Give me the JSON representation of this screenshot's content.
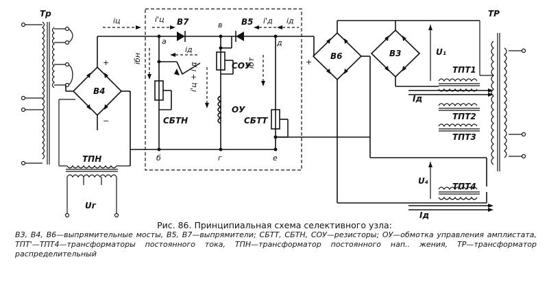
{
  "labels": {
    "tp_left": "Тр",
    "tr_right": "ТР",
    "v4": "В4",
    "v6": "В6",
    "v3": "В3",
    "v5": "В5",
    "v7": "В7",
    "tpn": "ТПН",
    "ug": "Uг",
    "i_ts": "iц",
    "i_ts_prime": "i'ц",
    "i_d": "iд",
    "i_d_prime": "i'д",
    "i_d_loop": "iд",
    "i_bn": "iбн",
    "i_bt": "iбт",
    "i_sum": "i'ц + i'д",
    "node_a": "а",
    "node_v": "в",
    "node_d": "д",
    "node_b": "б",
    "node_g": "г",
    "node_e": "е",
    "sbtn": "СБТН",
    "sou": "СОУ",
    "ou": "ОУ",
    "sbtt": "СБТТ",
    "u1": "U₁",
    "u4": "U₄",
    "id_upper": "Iд",
    "id_lower": "Iд",
    "tpt1": "ТПТ1",
    "tpt2": "ТПТ2",
    "tpt3": "ТПТ3",
    "tpt4": "ТПТ4",
    "plus_v4": "+",
    "minus_v4": "−",
    "plus_v6": "+"
  },
  "caption": {
    "title": "Рис. 86. Принципиальная схема селективного узла:",
    "body": "ВЗ, В4, В6—выпрямительные мосты, В5, В7—выпрямители; СБТТ, СБТН, СОУ—резисторы; ОУ—обмотка управления амплистата, ТПТ'—ТПТ4—трансформаторы постоянного тока, ТПН—трансформатор постоянного нап.. жения, ТР—трансформатор распределительный"
  }
}
